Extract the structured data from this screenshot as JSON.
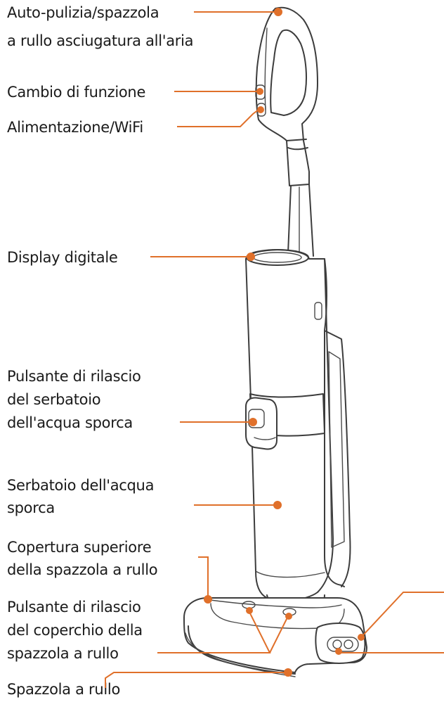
{
  "colors": {
    "accent": "#e0702a",
    "outline": "#3c3c3c",
    "text": "#1a1a1a"
  },
  "labels": {
    "self_clean_1": "Auto-pulizia/spazzola",
    "self_clean_2": "a rullo asciugatura all'aria",
    "function_switch": "Cambio di funzione",
    "power_wifi": "Alimentazione/WiFi",
    "display": "Display digitale",
    "tank_release_1": "Pulsante di rilascio",
    "tank_release_2": "del serbatoio",
    "tank_release_3": "dell'acqua sporca",
    "dirty_tank_1": "Serbatoio dell'acqua",
    "dirty_tank_2": "sporca",
    "top_cover_1": "Copertura superiore",
    "top_cover_2": "della spazzola a rullo",
    "cover_release_1": "Pulsante di rilascio",
    "cover_release_2": "del coperchio della",
    "cover_release_3": "spazzola a rullo",
    "roller_brush": "Spazzola a rullo"
  }
}
